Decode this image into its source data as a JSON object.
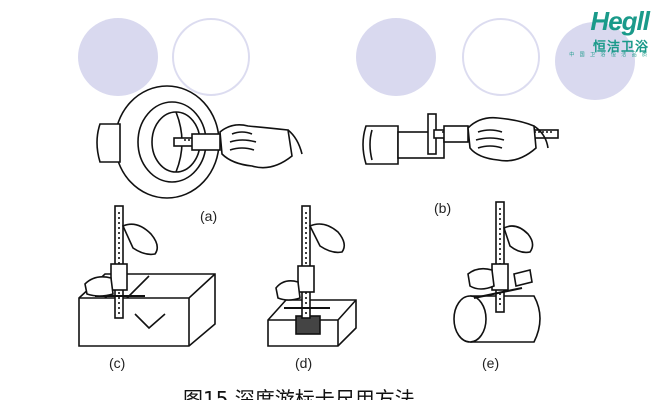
{
  "logo": {
    "brand": "Hegll",
    "name_cn": "恒洁卫浴",
    "tagline": "中 国 卫 浴   恒 洁 品 质"
  },
  "figures": [
    {
      "label": "(a)"
    },
    {
      "label": "(b)"
    },
    {
      "label": "(c)"
    },
    {
      "label": "(d)"
    },
    {
      "label": "(e)"
    }
  ],
  "caption": "图15   深度游标卡尺用方法",
  "colors": {
    "circle_filled": "#d9d9ef",
    "circle_outline": "#d9d9ef",
    "logo": "#1a9a8a"
  }
}
